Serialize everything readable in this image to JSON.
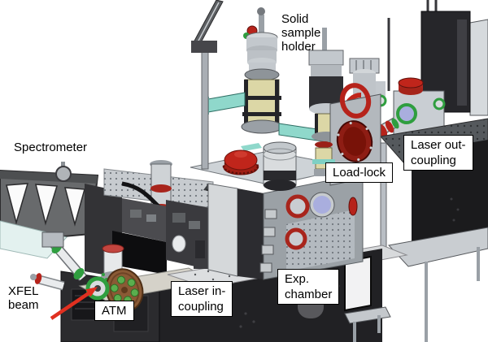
{
  "figure": {
    "kind": "3D CAD rendering with callout labels",
    "subject": "XFEL experimental station"
  },
  "labels": {
    "solid_sample_holder": "Solid\nsample\nholder",
    "spectrometer": "Spectrometer",
    "laser_out_coupling": "Laser out-\ncoupling",
    "load_lock": "Load-lock",
    "xfel_beam": "XFEL\nbeam",
    "atm": "ATM",
    "laser_in_coupling": "Laser in-\ncoupling",
    "exp_chamber": "Exp.\nchamber"
  },
  "annotations": {
    "xfel_beam_arrow": {
      "type": "arrow",
      "points_to": "ATM chamber entrance flange",
      "color_key": "arrow_red"
    }
  },
  "palette": {
    "background": "#ffffff",
    "text_color": "#000000",
    "label_bg": "#ffffff",
    "label_border": "#000000",
    "arrow_red": "#e03020",
    "flange_red": "#b6231b",
    "dome_red": "#c0251b",
    "valve_dark_red": "#8e1d14",
    "seal_green": "#2f9e3f",
    "manipulator_yellow": "#dcd7a6",
    "support_teal": "#8fd8cb",
    "viewport_lavender": "#a9aede",
    "wheel_copper": "#8a5a35",
    "panel_cyan": "#e3f1ef",
    "chamber_gray": "#c9ced3",
    "frame_black": "#212124",
    "truss_gray": "#686a6c"
  }
}
